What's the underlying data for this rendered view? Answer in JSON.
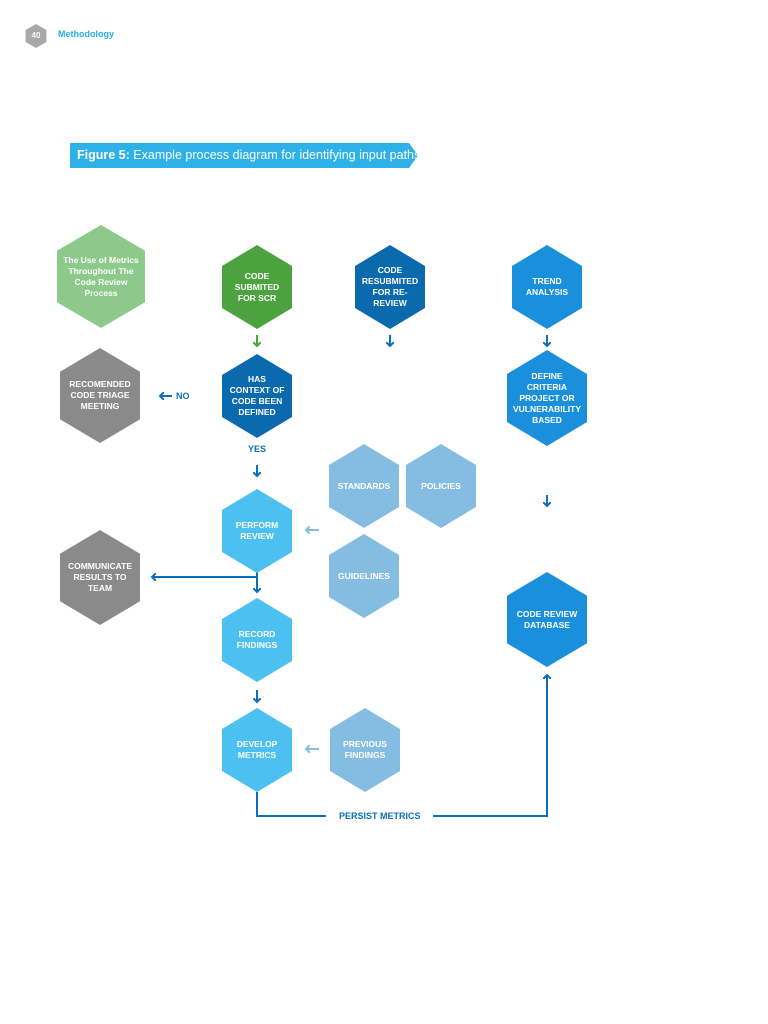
{
  "header": {
    "page_number": "40",
    "section": "Methodology"
  },
  "figure": {
    "label": "Figure 5:",
    "caption": "Example process diagram for identifying input paths"
  },
  "nodes": {
    "metrics_usage": "The Use of Metrics Throughout The Code Review Process",
    "code_submitted": "CODE SUBMITED FOR SCR",
    "code_resubmitted": "CODE RESUBMITED FOR RE-REVIEW",
    "trend_analysis": "TREND ANALYSIS",
    "triage_meeting": "RECOMENDED CODE TRIAGE MEETING",
    "has_context": "HAS CONTEXT OF CODE BEEN DEFINED",
    "define_criteria": "DEFINE CRITERIA PROJECT OR VULNERABILITY BASED",
    "standards": "STANDARDS",
    "policies": "POLICIES",
    "perform_review": "PERFORM REVIEW",
    "guidelines": "GUIDELINES",
    "communicate_results": "COMMUNICATE RESULTS TO TEAM",
    "code_review_db": "CODE REVIEW DATABASE",
    "record_findings": "RECORD FINDINGS",
    "develop_metrics": "DEVELOP METRICS",
    "previous_findings": "PREVIOUS FINDINGS"
  },
  "labels": {
    "no": "NO",
    "yes": "YES",
    "persist_metrics": "PERSIST METRICS"
  },
  "colors": {
    "banner": "#2eb1e8",
    "light_green": "#8cc98a",
    "green": "#4ca23f",
    "navy": "#0b69ae",
    "blue": "#1a8fdb",
    "gray": "#8a8a8a",
    "sky": "#4cc0f0",
    "pale": "#85bde2"
  }
}
